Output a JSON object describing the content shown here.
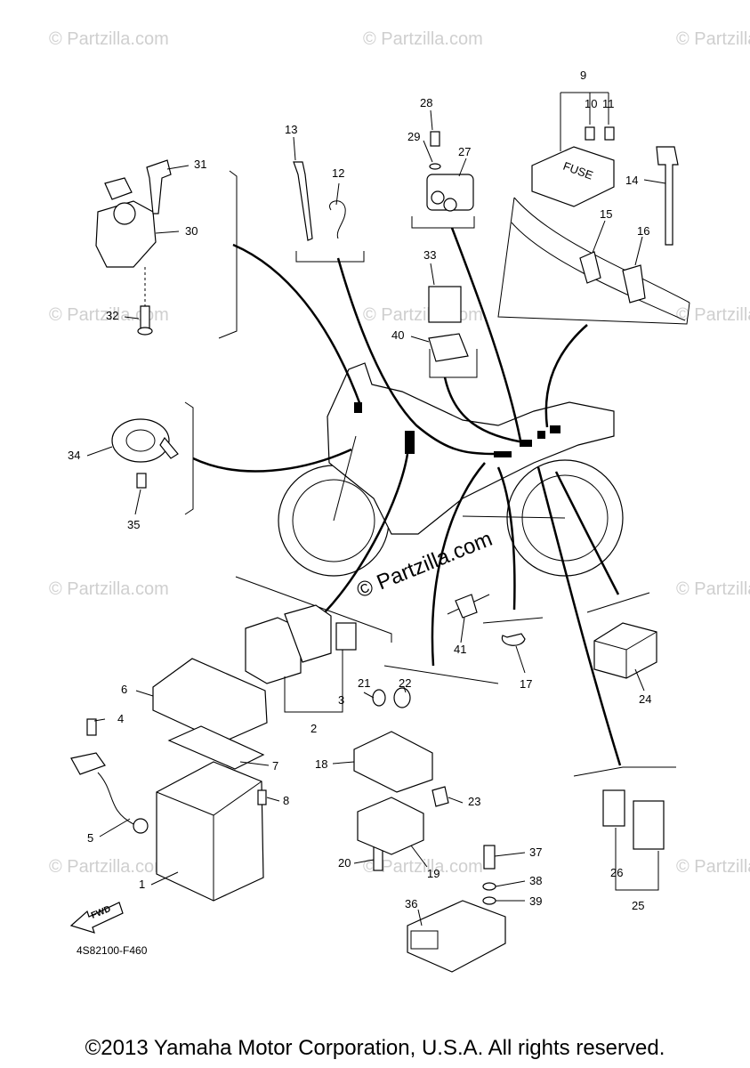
{
  "callouts": {
    "c1": "1",
    "c2": "2",
    "c3": "3",
    "c4": "4",
    "c5": "5",
    "c6": "6",
    "c7": "7",
    "c8": "8",
    "c9": "9",
    "c10": "10",
    "c11": "11",
    "c12": "12",
    "c13": "13",
    "c14": "14",
    "c15": "15",
    "c16": "16",
    "c17": "17",
    "c18": "18",
    "c19": "19",
    "c20": "20",
    "c21": "21",
    "c22": "22",
    "c23": "23",
    "c24": "24",
    "c25": "25",
    "c26": "26",
    "c27": "27",
    "c28": "28",
    "c29": "29",
    "c30": "30",
    "c31": "31",
    "c32": "32",
    "c33": "33",
    "c34": "34",
    "c35": "35",
    "c36": "36",
    "c37": "37",
    "c38": "38",
    "c39": "39",
    "c40": "40",
    "c41": "41"
  },
  "watermark": "© Partzilla.com",
  "center_watermark": "© Partzilla.com",
  "fuse_label": "FUSE",
  "fwd_label": "FWD",
  "drawing_code": "4S82100-F460",
  "copyright": "©2013 Yamaha Motor Corporation, U.S.A. All rights reserved."
}
